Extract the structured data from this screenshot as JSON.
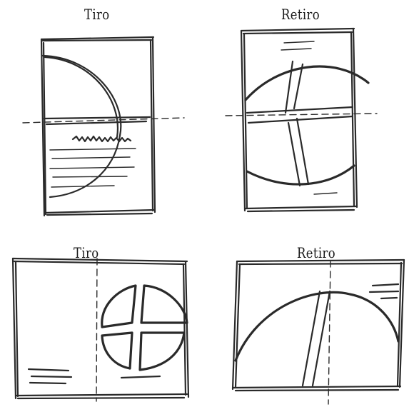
{
  "panels": [
    {
      "label": "Tiro"
    },
    {
      "label": "Retiro"
    },
    {
      "label": "Tiro"
    },
    {
      "label": "Retiro"
    }
  ],
  "colors": {
    "ink": "#2a2a2a",
    "paper": "#ffffff"
  }
}
